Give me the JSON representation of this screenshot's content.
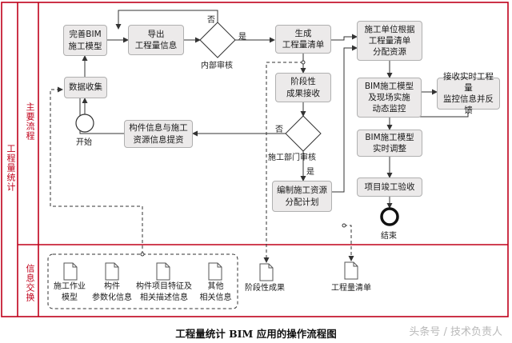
{
  "swimlanes": {
    "outer_label": "工程量统计",
    "lane_main": "主要流程",
    "lane_info": "信息交换"
  },
  "nodes": {
    "perfect_bim": "完善BIM\n施工模型",
    "export_qty": "导出\n工程量信息",
    "internal_review": "内部审核",
    "generate_list": "生成\n工程量清单",
    "allocate_resources": "施工单位根据\n工程量清单\n分配资源",
    "data_collection": "数据收集",
    "start": "开始",
    "phase_result": "阶段性\n成果接收",
    "component_info": "构件信息与施工\n资源信息提资",
    "dept_review": "施工部门审核",
    "compile_plan": "编制施工资源\n分配计划",
    "bim_monitor": "BIM施工模型\n及现场实施\n动态监控",
    "realtime_feedback": "接收实时工程量\n监控信息并反馈",
    "bim_adjust": "BIM施工模型\n实时调整",
    "acceptance": "项目竣工验收",
    "end": "结束"
  },
  "edge_labels": {
    "no_1": "否",
    "yes_1": "是",
    "no_2": "否",
    "yes_2": "是"
  },
  "documents": {
    "construction_model": "施工作业\n模型",
    "component_params": "构件\n参数化信息",
    "feature_desc": "构件项目特征及\n相关描述信息",
    "other_info": "其他\n相关信息",
    "phase_results": "阶段性成果",
    "qty_list": "工程量清单"
  },
  "caption": "工程量统计 BIM 应用的操作流程图",
  "watermark": "头条号 / 技术负责人",
  "colors": {
    "lane_border": "#c0001a",
    "box_fill": "#eceaea",
    "line": "#333333"
  }
}
